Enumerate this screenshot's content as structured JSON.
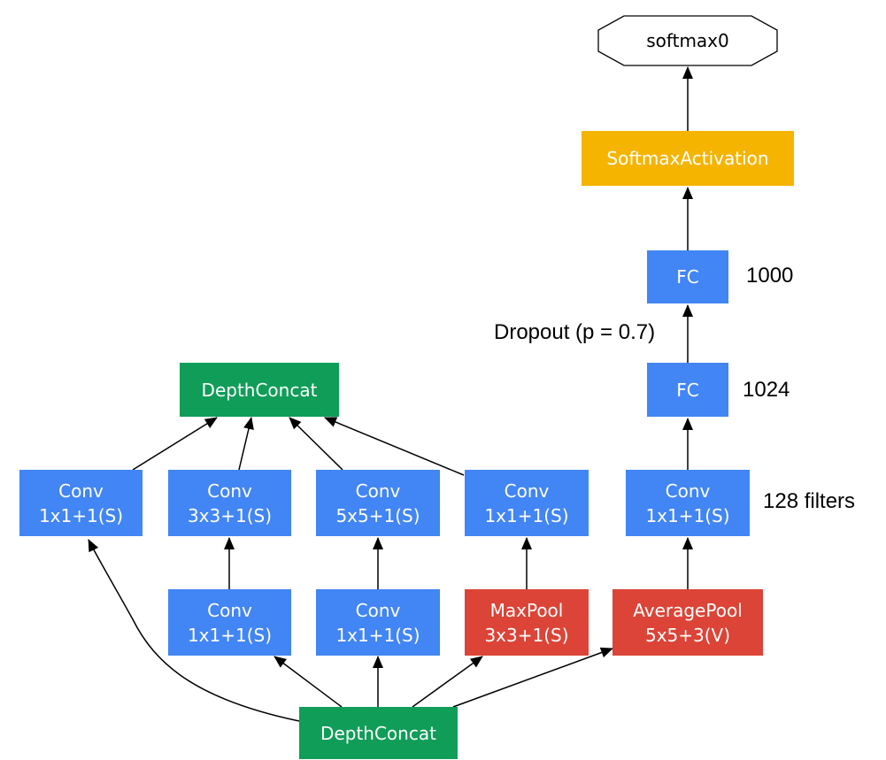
{
  "nodes": {
    "softmax0": {
      "label": "softmax0",
      "color": "#ffffff"
    },
    "softmax_activation": {
      "label": "SoftmaxActivation",
      "color": "#f4b400"
    },
    "fc_top": {
      "label": "FC",
      "color": "#4285f4"
    },
    "fc_mid": {
      "label": "FC",
      "color": "#4285f4"
    },
    "conv_aux": {
      "line1": "Conv",
      "line2": "1x1+1(S)",
      "color": "#4285f4"
    },
    "avgpool": {
      "line1": "AveragePool",
      "line2": "5x5+3(V)",
      "color": "#db4437"
    },
    "depthconcat_top": {
      "label": "DepthConcat",
      "color": "#109d58"
    },
    "conv_1x1_a": {
      "line1": "Conv",
      "line2": "1x1+1(S)",
      "color": "#4285f4"
    },
    "conv_3x3": {
      "line1": "Conv",
      "line2": "3x3+1(S)",
      "color": "#4285f4"
    },
    "conv_5x5": {
      "line1": "Conv",
      "line2": "5x5+1(S)",
      "color": "#4285f4"
    },
    "conv_1x1_pool": {
      "line1": "Conv",
      "line2": "1x1+1(S)",
      "color": "#4285f4"
    },
    "conv_1x1_reduce3": {
      "line1": "Conv",
      "line2": "1x1+1(S)",
      "color": "#4285f4"
    },
    "conv_1x1_reduce5": {
      "line1": "Conv",
      "line2": "1x1+1(S)",
      "color": "#4285f4"
    },
    "maxpool": {
      "line1": "MaxPool",
      "line2": "3x3+1(S)",
      "color": "#db4437"
    },
    "depthconcat_bottom": {
      "label": "DepthConcat",
      "color": "#109d58"
    }
  },
  "annotations": {
    "fc_top_units": "1000",
    "dropout": "Dropout (p = 0.7)",
    "fc_mid_units": "1024",
    "conv_filters": "128 filters"
  }
}
